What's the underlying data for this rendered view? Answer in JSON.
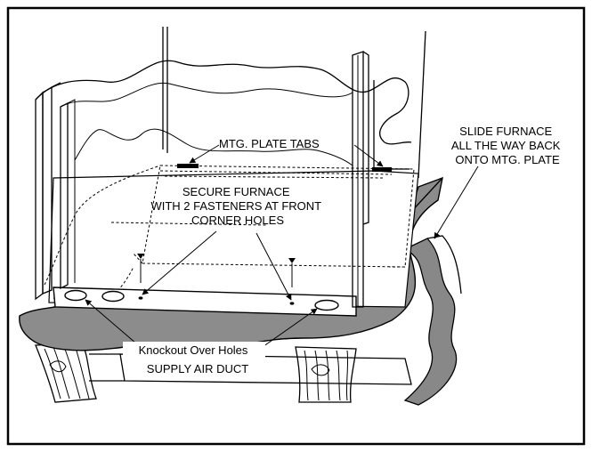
{
  "labels": {
    "mtg_plate_tabs": "MTG. PLATE TABS",
    "slide_furnace": [
      "SLIDE FURNACE",
      "ALL THE WAY BACK",
      "ONTO MTG. PLATE"
    ],
    "secure_furnace": [
      "SECURE FURNACE",
      "WITH 2 FASTENERS AT FRONT",
      "CORNER HOLES"
    ],
    "knockout": "Knockout Over Holes",
    "supply_duct": "SUPPLY AIR DUCT"
  }
}
